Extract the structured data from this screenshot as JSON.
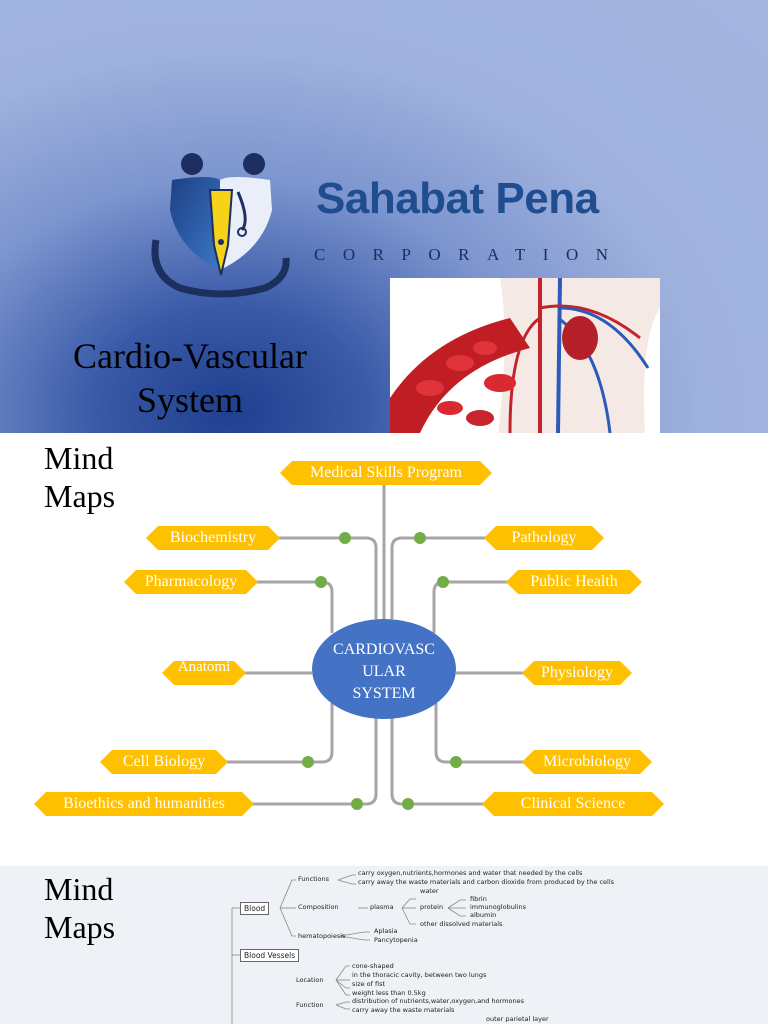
{
  "slide1": {
    "brand_name": "Sahabat Pena",
    "brand_sub": "CORPORATION",
    "title": "Cardio-Vascular System"
  },
  "slide2": {
    "title": "Mind Maps",
    "center": "CARDIOVASCULAR SYSTEM",
    "nodes": {
      "top": "Medical Skills Program",
      "biochemistry": "Biochemistry",
      "pharmacology": "Pharmacology",
      "anatomy": "Anatomi",
      "cell_biology": "Cell Biology",
      "bioethics": "Bioethics and humanities",
      "pathology": "Pathology",
      "public_health": "Public Health",
      "physiology": "Physiology",
      "microbiology": "Microbiology",
      "clinical_science": "Clinical Science"
    },
    "colors": {
      "node": "#ffc000",
      "center": "#4472c4",
      "dot": "#70ad47",
      "line": "#a6a6a6"
    }
  },
  "slide3": {
    "title": "Mind Maps",
    "blood": "Blood",
    "functions": "Functions",
    "func1": "carry oxygen,nutrients,hormones and water that needed by the cells",
    "func2": "carry away the waste materials and carbon dioxide from produced by the cells",
    "composition": "Composition",
    "plasma": "plasma",
    "water": "water",
    "protein": "protein",
    "fibrin": "fibrin",
    "immunoglobulins": "immunoglobulins",
    "albumin": "albumin",
    "other": "other dissolved materials",
    "hematopoiesis": "hematopoiesis",
    "aplasia": "Aplasia",
    "pancytopenia": "Pancytopenia",
    "blood_vessels": "Blood Vessels",
    "location": "Location",
    "loc1": "cone-shaped",
    "loc2": "in the thoracic cavity, between two lungs",
    "loc3": "size of fist",
    "loc4": "weight less than 0.5kg",
    "function": "Function",
    "fn1": "distribution of nutrients,water,oxygen,and hormones",
    "fn2": "carry away the waste materials",
    "outer": "outer parietal layer"
  }
}
